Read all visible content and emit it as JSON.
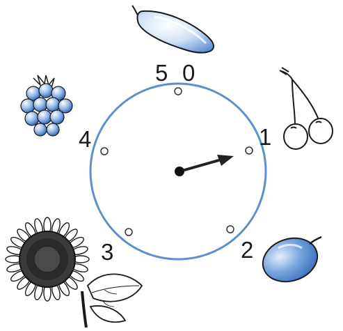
{
  "dial": {
    "labels": [
      "0",
      "1",
      "2",
      "3",
      "4",
      "5"
    ],
    "hand_points_to": "1",
    "ring_color": "#5b8fd0",
    "hand_color": "#222222"
  },
  "pictures": {
    "top": "cucumber",
    "top_right": "cherries",
    "bottom_right": "plum",
    "bottom_left": "sunflower",
    "top_left": "raspberry"
  },
  "colors": {
    "fruit_blue": "#5a8fd6",
    "fruit_light": "#dbe9f8",
    "ink": "#1a1a1a"
  }
}
